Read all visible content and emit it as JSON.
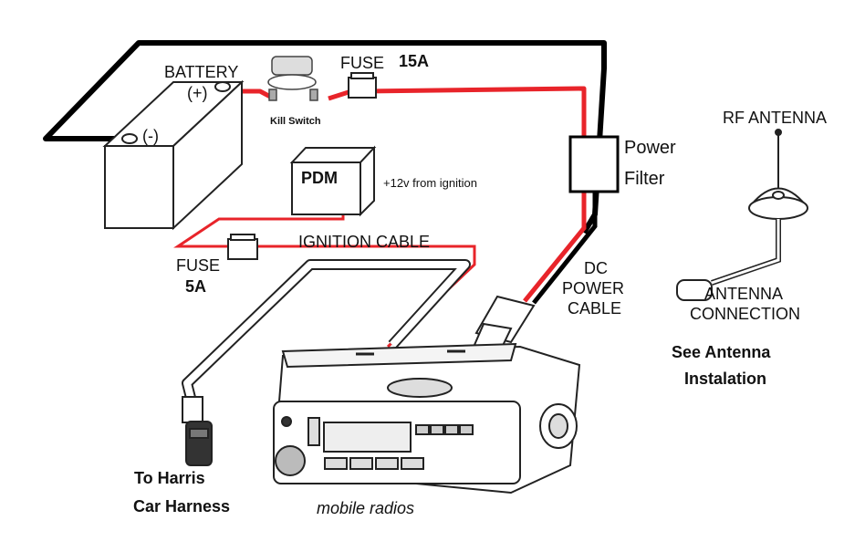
{
  "labels": {
    "battery": "BATTERY",
    "battery_plus": "(+)",
    "battery_minus": "(-)",
    "kill_switch": "Kill Switch",
    "fuse_top": "FUSE",
    "fuse_top_rating": "15A",
    "power_filter_line1": "Power",
    "power_filter_line2": "Filter",
    "pdm": "PDM",
    "ignition_source": "+12v from ignition",
    "ignition_cable": "IGNITION CABLE",
    "fuse_bottom": "FUSE",
    "fuse_bottom_rating": "5A",
    "dc_power_cable_line1": "DC",
    "dc_power_cable_line2": "POWER",
    "dc_power_cable_line3": "CABLE",
    "rf_antenna": "RF ANTENNA",
    "antenna_connection_line1": "ANTENNA",
    "antenna_connection_line2": "CONNECTION",
    "see_antenna_line1": "See Antenna",
    "see_antenna_line2": "Instalation",
    "harness_line1": "To Harris",
    "harness_line2": "Car Harness",
    "mobile_radios": "mobile radios"
  },
  "colors": {
    "positive_wire": "#e8242a",
    "ground_wire": "#000000",
    "line_art": "#222222"
  },
  "icons": [
    "battery-icon",
    "kill-switch-icon",
    "fuse-icon",
    "power-filter-icon",
    "pdm-icon",
    "antenna-icon",
    "radio-icon",
    "connector-icon"
  ]
}
